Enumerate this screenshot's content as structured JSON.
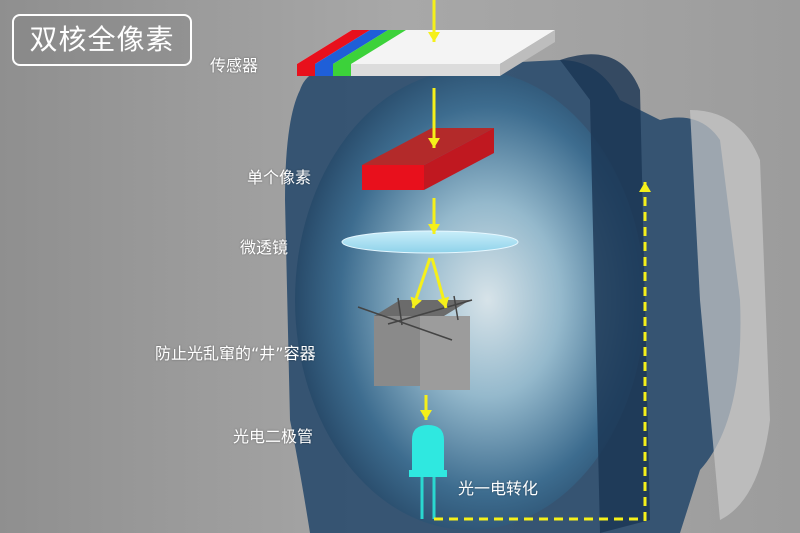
{
  "title": "双核全像素",
  "labels": {
    "sensor": "传感器",
    "single_pixel": "单个像素",
    "microlens": "微透镜",
    "well_container": "防止光乱窜的“井”容器",
    "photodiode": "光电二极管",
    "conversion": "光一电转化"
  },
  "colors": {
    "arrow": "#f5f01a",
    "pixel_red": "#e8101c",
    "pixel_red_top": "#b32a2a",
    "lens": "#a9dff0",
    "diode": "#2fe8e0",
    "sensor_red": "#e8101c",
    "sensor_blue": "#1f5fd8",
    "sensor_green": "#3cd23a"
  }
}
